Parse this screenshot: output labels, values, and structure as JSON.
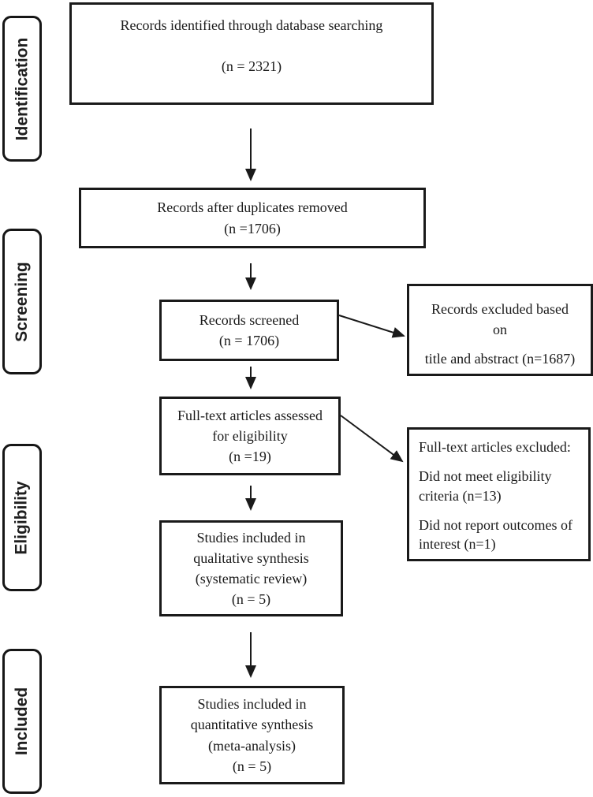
{
  "colors": {
    "ink": "#1a1a1a",
    "background": "#ffffff"
  },
  "stages": [
    {
      "label": "Identification"
    },
    {
      "label": "Screening"
    },
    {
      "label": "Eligibility"
    },
    {
      "label": "Included"
    }
  ],
  "boxes": {
    "identified": {
      "text": "Records identified through database searching\n\n(n = 2321)"
    },
    "duplicates_removed": {
      "text": "Records after duplicates removed\n(n =1706)"
    },
    "screened": {
      "text": "Records screened\n(n = 1706)"
    },
    "excluded_title_abstract": {
      "part1": "Records excluded based\non",
      "part2": "title and abstract (n=1687)"
    },
    "fulltext_assessed": {
      "text": "Full-text articles assessed\nfor eligibility\n(n =19)"
    },
    "fulltext_excluded": {
      "heading": "Full-text articles excluded:",
      "reason1": "Did not meet eligibility\ncriteria (n=13)",
      "reason2": "Did not report outcomes of\ninterest (n=1)"
    },
    "qualitative": {
      "text": "Studies included in\nqualitative synthesis\n(systematic review)\n(n = 5)"
    },
    "quantitative": {
      "text": "Studies included in\nquantitative synthesis\n(meta-analysis)\n(n = 5)"
    }
  }
}
